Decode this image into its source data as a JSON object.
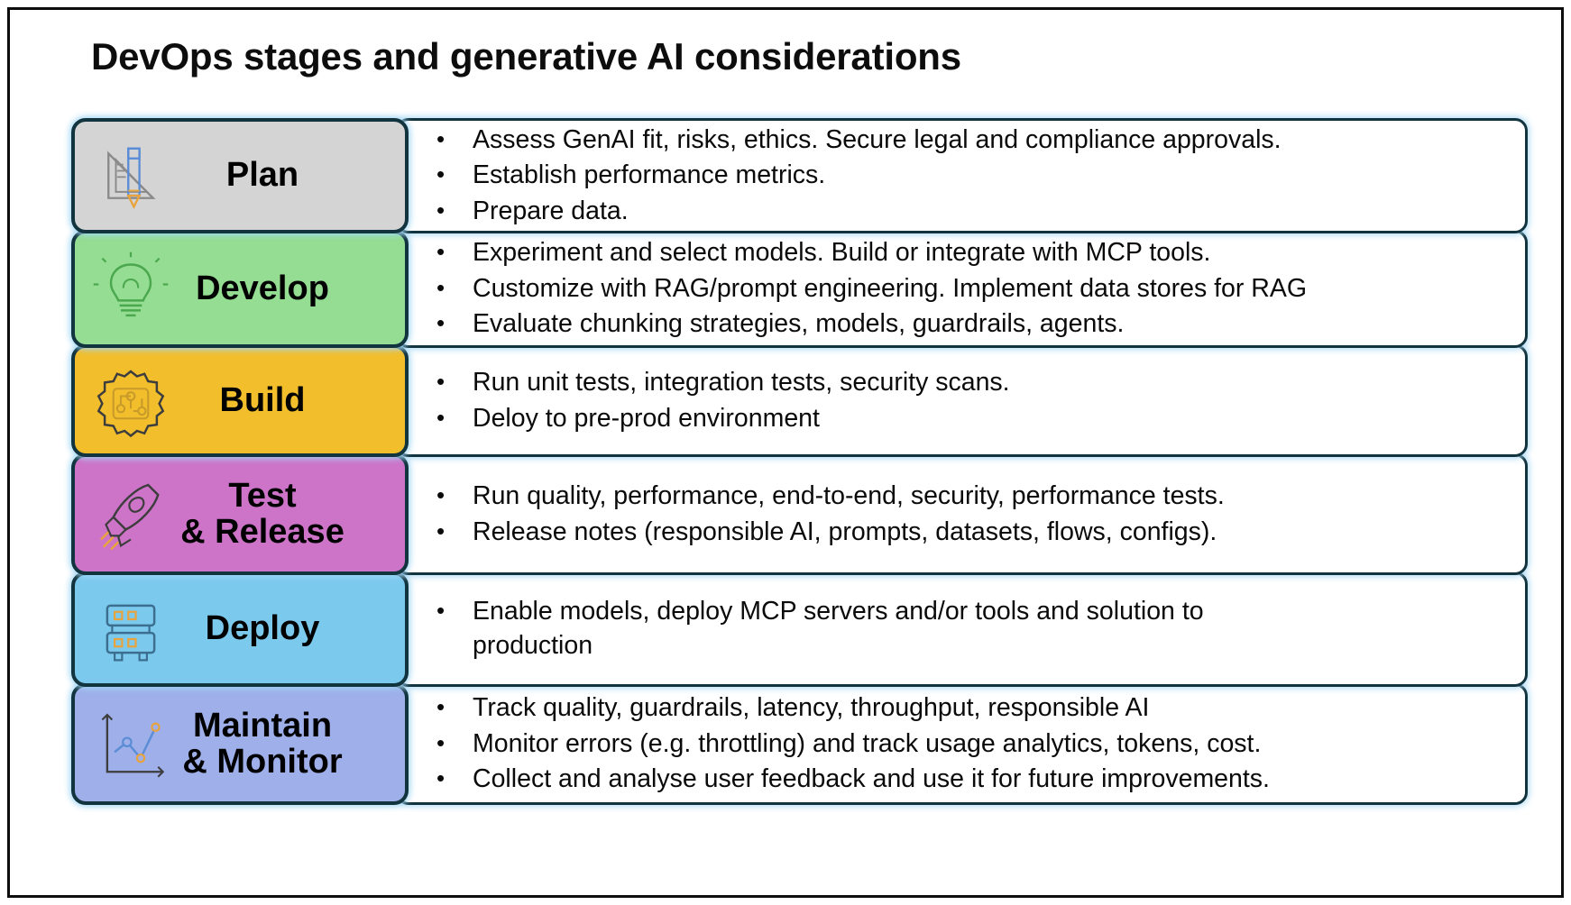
{
  "title": "DevOps stages and generative AI considerations",
  "colors": {
    "frame": "#0d0d0d",
    "box_border": "#12343f",
    "glow": "#a8d8f5",
    "plan": "#d4d4d4",
    "develop": "#94dd92",
    "build": "#f2be2c",
    "test_release": "#cd74c8",
    "deploy": "#7cc9ee",
    "maintain_monitor": "#9eafea"
  },
  "bullet_glyph": "•",
  "stages": [
    {
      "id": "plan",
      "label": "Plan",
      "icon": "ruler-pencil-icon",
      "color": "#d4d4d4",
      "bullets": [
        "Assess GenAI fit, risks, ethics. Secure legal and compliance approvals.",
        "Establish performance metrics.",
        "Prepare data."
      ]
    },
    {
      "id": "develop",
      "label": "Develop",
      "icon": "lightbulb-icon",
      "color": "#94dd92",
      "bullets": [
        "Experiment and select models. Build or integrate with MCP tools.",
        "Customize with RAG/prompt engineering. Implement data stores for RAG",
        "Evaluate chunking strategies, models, guardrails, agents."
      ]
    },
    {
      "id": "build",
      "label": "Build",
      "icon": "gear-circuit-icon",
      "color": "#f2be2c",
      "bullets": [
        "Run unit tests, integration tests, security scans.",
        "Deloy to pre-prod environment"
      ]
    },
    {
      "id": "test-release",
      "label": "Test\n& Release",
      "icon": "rocket-icon",
      "color": "#cd74c8",
      "bullets": [
        "Run quality, performance, end-to-end, security, performance tests.",
        "Release notes (responsible AI, prompts, datasets, flows, configs)."
      ]
    },
    {
      "id": "deploy",
      "label": "Deploy",
      "icon": "server-rack-icon",
      "color": "#7cc9ee",
      "bullets": [
        "Enable models, deploy MCP servers and/or tools and solution to production"
      ]
    },
    {
      "id": "maintain-monitor",
      "label": "Maintain\n& Monitor",
      "icon": "line-chart-icon",
      "color": "#9eafea",
      "bullets": [
        "Track quality, guardrails, latency, throughput, responsible AI",
        "Monitor errors (e.g. throttling) and track usage analytics, tokens, cost.",
        "Collect and analyse user feedback and use it for future improvements."
      ]
    }
  ]
}
